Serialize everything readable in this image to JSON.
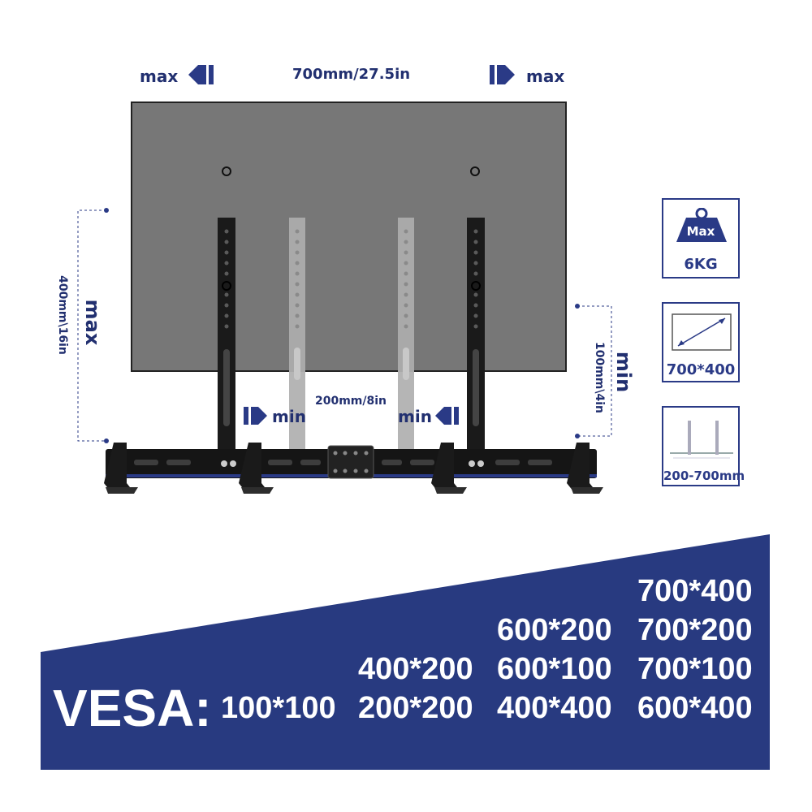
{
  "diagram": {
    "top_width_label": "700mm/27.5in",
    "max_left": "max",
    "max_right": "max",
    "left_height_label": "400mm\\16in",
    "left_max_label": "max",
    "right_height_label": "100mm\\4in",
    "right_min_label": "min",
    "min_left": "min",
    "min_right": "min",
    "center_width_label": "200mm/8in"
  },
  "badges": {
    "weight_max": "Max",
    "weight_value": "6KG",
    "size_value": "700*400",
    "range_value": "200-700mm"
  },
  "vesa": {
    "label": "VESA:",
    "col1": [
      "100*100"
    ],
    "col2": [
      "400*200",
      "200*200"
    ],
    "col3": [
      "600*200",
      "600*100",
      "400*400"
    ],
    "col4": [
      "700*400",
      "700*200",
      "700*100",
      "600*400"
    ]
  },
  "colors": {
    "navy": "#2a3a86",
    "banner": "#283a80",
    "screen": "#777777",
    "bracket": "#1a1a1a",
    "ghost": "#b5b5b5"
  }
}
